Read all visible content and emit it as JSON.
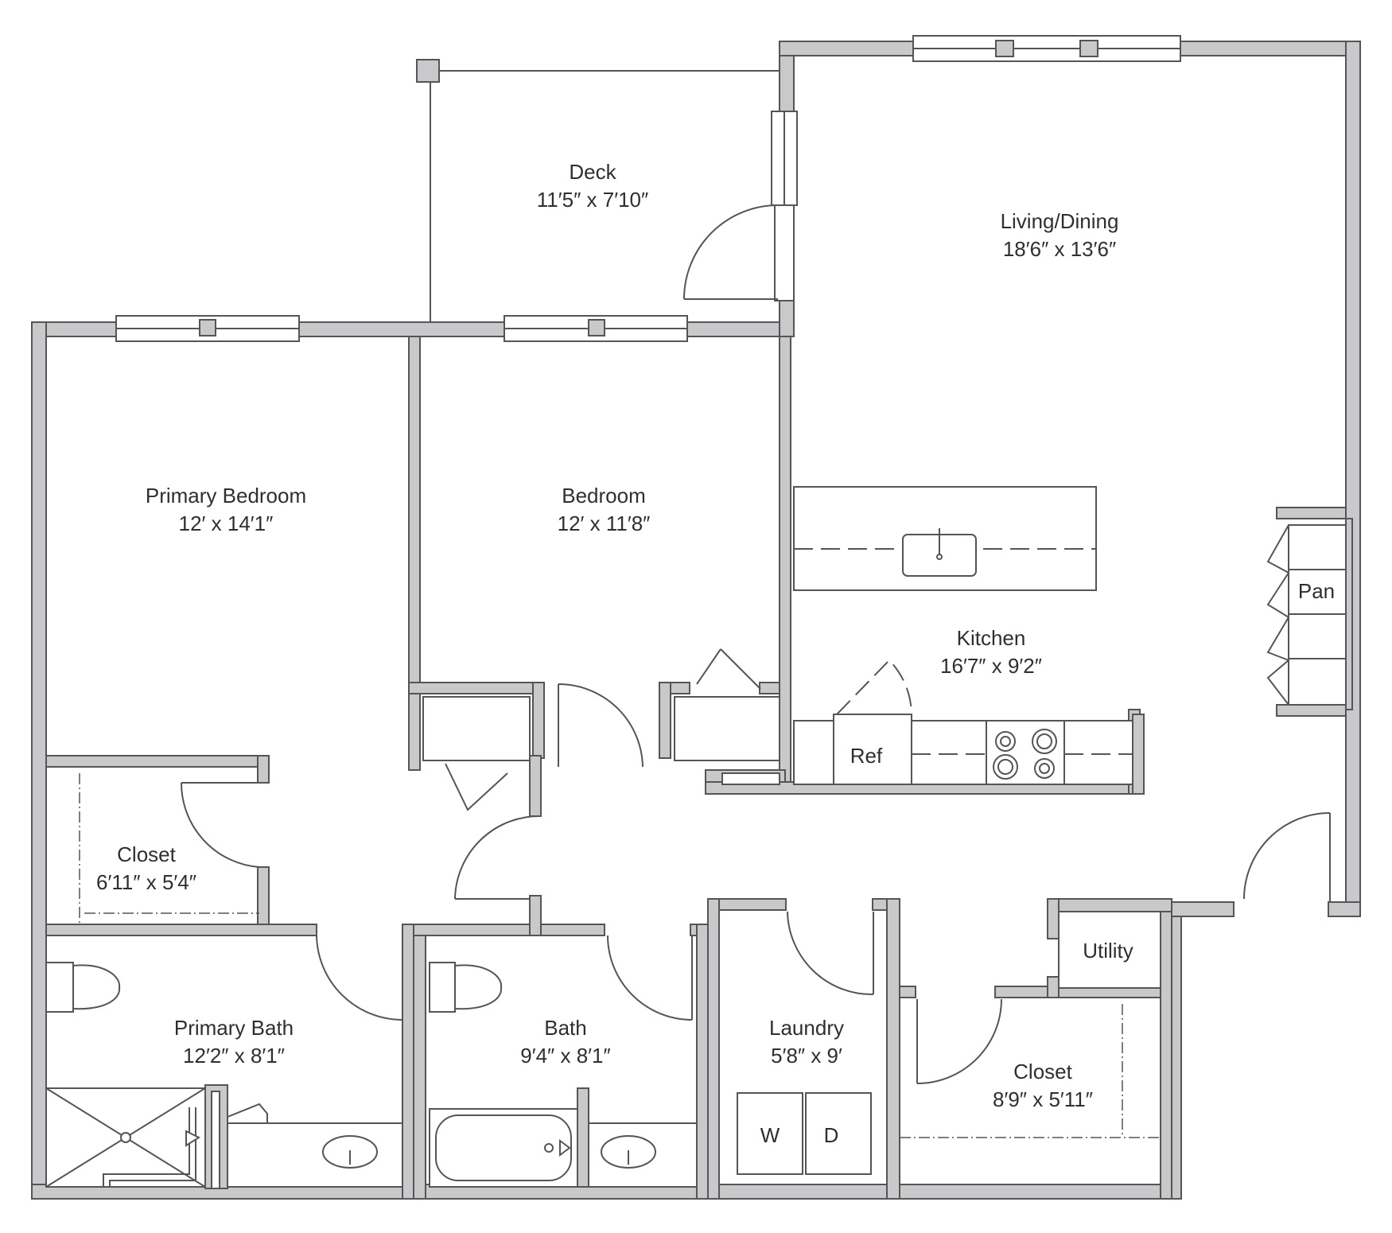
{
  "colors": {
    "wall_fill": "#c9c9cb",
    "line": "#555555",
    "text": "#2f2f2f",
    "background": "#ffffff"
  },
  "rooms": {
    "deck": {
      "name": "Deck",
      "dims": "11′5″ x 7′10″"
    },
    "living_dining": {
      "name": "Living/Dining",
      "dims": "18′6″ x 13′6″"
    },
    "primary_bedroom": {
      "name": "Primary Bedroom",
      "dims": "12′ x 14′1″"
    },
    "bedroom": {
      "name": "Bedroom",
      "dims": "12′ x 11′8″"
    },
    "kitchen": {
      "name": "Kitchen",
      "dims": "16′7″ x 9′2″"
    },
    "closet_primary": {
      "name": "Closet",
      "dims": "6′11″ x 5′4″"
    },
    "primary_bath": {
      "name": "Primary Bath",
      "dims": "12′2″ x 8′1″"
    },
    "bath": {
      "name": "Bath",
      "dims": "9′4″ x 8′1″"
    },
    "laundry": {
      "name": "Laundry",
      "dims": "5′8″ x 9′"
    },
    "closet_hall": {
      "name": "Closet",
      "dims": "8′9″ x 5′11″"
    },
    "utility": {
      "name": "Utility"
    },
    "pantry": {
      "name": "Pan"
    }
  },
  "fixtures": {
    "refrigerator": "Ref",
    "washer": "W",
    "dryer": "D"
  }
}
